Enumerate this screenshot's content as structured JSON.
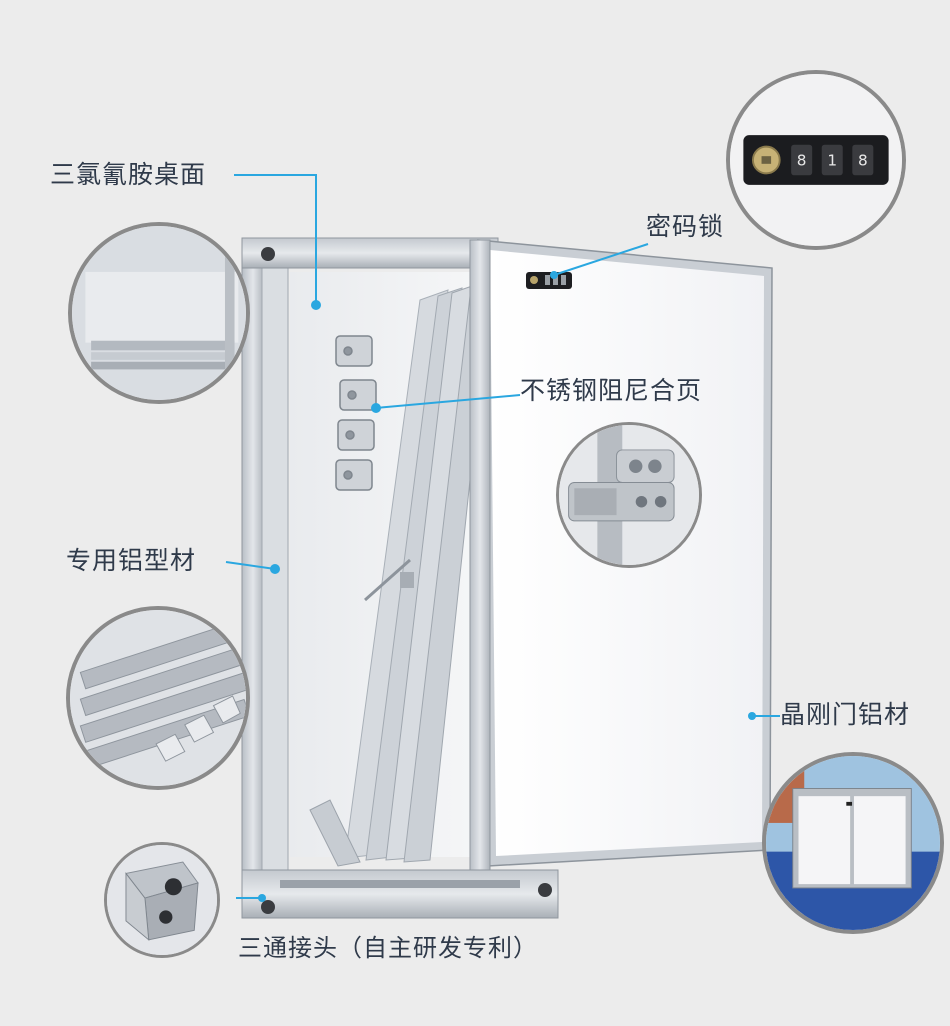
{
  "callouts": {
    "table_top": "三氯氰胺桌面",
    "combination_lock": "密码锁",
    "hinge": "不锈钢阻尼合页",
    "profile": "专用铝型材",
    "door_frame": "晶刚门铝材",
    "connector": "三通接头（自主研发专利）"
  },
  "lock_dials": [
    "8",
    "1",
    "8"
  ],
  "colors": {
    "background": "#ececec",
    "callout_line": "#2aa7e0",
    "text": "#2f3a4a",
    "aluminum": "#c9ced3",
    "door_panel": "#f7f7f9"
  }
}
